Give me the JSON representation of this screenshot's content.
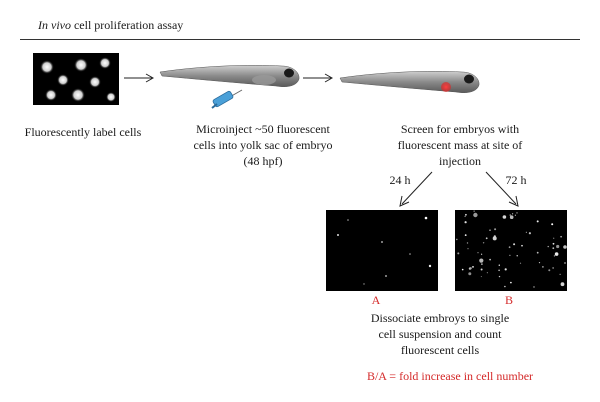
{
  "header": {
    "title_italic": "In vivo",
    "title_rest": " cell proliferation assay"
  },
  "steps": {
    "label_cells": "Fluorescently label cells",
    "microinject_line1": "Microinject ~50 fluorescent",
    "microinject_line2": "cells into yolk sac of embryo",
    "microinject_line3": "(48 hpf)",
    "screen_line1": "Screen for embryos with",
    "screen_line2": "fluorescent mass at site of",
    "screen_line3": "injection"
  },
  "timepoints": {
    "left": "24 h",
    "right": "72 h"
  },
  "panels": {
    "a_label": "A",
    "b_label": "B"
  },
  "result": {
    "line1": "Dissociate embroys to single",
    "line2": "cell suspension and count",
    "line3": "fluorescent cells",
    "formula": "B/A = fold increase in cell number"
  },
  "colors": {
    "accent_red": "#d42a2a",
    "syringe_blue": "#4aa0d8"
  }
}
